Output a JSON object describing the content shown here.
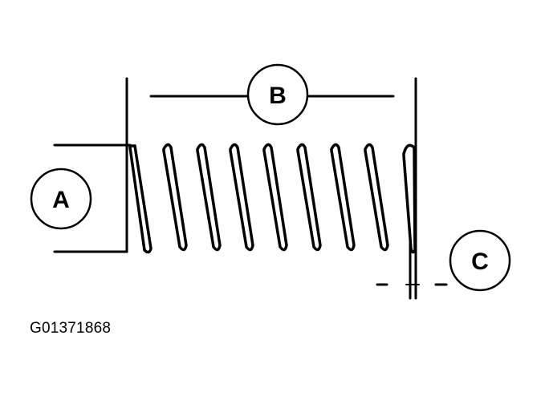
{
  "diagram": {
    "subject": "coil spring measurement",
    "callouts": [
      {
        "id": "A",
        "label": "A",
        "meaning": "spring diameter dimension"
      },
      {
        "id": "B",
        "label": "B",
        "meaning": "spring length dimension"
      },
      {
        "id": "C",
        "label": "C",
        "meaning": "end squareness / gap dimension"
      }
    ],
    "coil_count": 9,
    "colors": {
      "line": "#000000",
      "background": "#ffffff"
    }
  },
  "figure_id": "G01371868"
}
